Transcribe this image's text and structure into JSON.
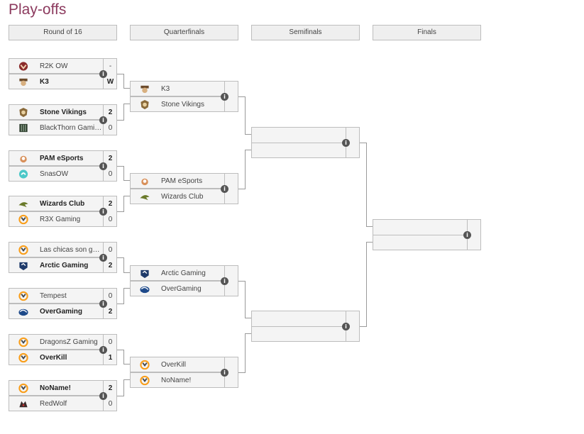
{
  "title": "Play-offs",
  "rounds": [
    "Round of 16",
    "Quarterfinals",
    "Semifinals",
    "Finals"
  ],
  "info_glyph": "i",
  "r16": [
    {
      "t1": {
        "name": "R2K OW",
        "score": "-",
        "logo": "r2k-logo-icon",
        "win": false
      },
      "t2": {
        "name": "K3",
        "score": "W",
        "logo": "k3-logo-icon",
        "win": true
      }
    },
    {
      "t1": {
        "name": "Stone Vikings",
        "score": "2",
        "logo": "stone-vikings-logo-icon",
        "win": true
      },
      "t2": {
        "name": "BlackThorn Gami…",
        "score": "0",
        "logo": "blackthorn-logo-icon",
        "win": false
      }
    },
    {
      "t1": {
        "name": "PAM eSports",
        "score": "2",
        "logo": "pam-logo-icon",
        "win": true
      },
      "t2": {
        "name": "SnasOW",
        "score": "0",
        "logo": "snasow-logo-icon",
        "win": false
      }
    },
    {
      "t1": {
        "name": "Wizards Club",
        "score": "2",
        "logo": "wizards-logo-icon",
        "win": true
      },
      "t2": {
        "name": "R3X Gaming",
        "score": "0",
        "logo": "overwatch-logo-icon",
        "win": false
      }
    },
    {
      "t1": {
        "name": "Las chicas son g…",
        "score": "0",
        "logo": "overwatch-logo-icon",
        "win": false
      },
      "t2": {
        "name": "Arctic Gaming",
        "score": "2",
        "logo": "arctic-logo-icon",
        "win": true
      }
    },
    {
      "t1": {
        "name": "Tempest",
        "score": "0",
        "logo": "overwatch-logo-icon",
        "win": false
      },
      "t2": {
        "name": "OverGaming",
        "score": "2",
        "logo": "overgaming-logo-icon",
        "win": true
      }
    },
    {
      "t1": {
        "name": "DragonsZ Gaming",
        "score": "0",
        "logo": "overwatch-logo-icon",
        "win": false
      },
      "t2": {
        "name": "OverKill",
        "score": "1",
        "logo": "overwatch-logo-icon",
        "win": true
      }
    },
    {
      "t1": {
        "name": "NoName!",
        "score": "2",
        "logo": "overwatch-logo-icon",
        "win": true
      },
      "t2": {
        "name": "RedWolf",
        "score": "0",
        "logo": "redwolf-logo-icon",
        "win": false
      }
    }
  ],
  "qf": [
    {
      "t1": {
        "name": "K3",
        "logo": "k3-logo-icon"
      },
      "t2": {
        "name": "Stone Vikings",
        "logo": "stone-vikings-logo-icon"
      }
    },
    {
      "t1": {
        "name": "PAM eSports",
        "logo": "pam-logo-icon"
      },
      "t2": {
        "name": "Wizards Club",
        "logo": "wizards-logo-icon"
      }
    },
    {
      "t1": {
        "name": "Arctic Gaming",
        "logo": "arctic-logo-icon"
      },
      "t2": {
        "name": "OverGaming",
        "logo": "overgaming-logo-icon"
      }
    },
    {
      "t1": {
        "name": "OverKill",
        "logo": "overwatch-logo-icon"
      },
      "t2": {
        "name": "NoName!",
        "logo": "overwatch-logo-icon"
      }
    }
  ],
  "colors": {
    "title": "#8c3a5e",
    "border": "#bdbdbd",
    "cell": "#f4f4f4",
    "info": "#555555"
  }
}
